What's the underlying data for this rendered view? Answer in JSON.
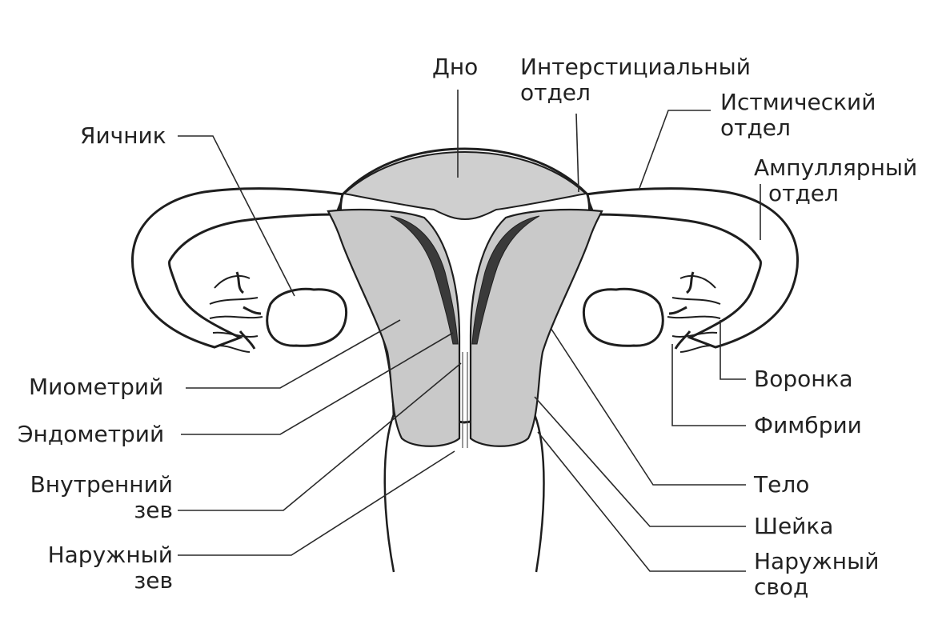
{
  "labels": {
    "fundus": "Дно",
    "interstitial_1": "Интерстициальный",
    "interstitial_2": "отдел",
    "isthmic_1": "Истмический",
    "isthmic_2": "отдел",
    "ampullary_1": "Ампуллярный",
    "ampullary_2": "отдел",
    "ovary": "Яичник",
    "myometrium": "Миометрий",
    "endometrium": "Эндометрий",
    "internal_os_1": "Внутренний",
    "internal_os_2": "зев",
    "external_os_1": "Наружный",
    "external_os_2": "зев",
    "infundibulum": "Воронка",
    "fimbriae": "Фимбрии",
    "body": "Тело",
    "cervix": "Шейка",
    "external_fornix_1": "Наружный",
    "external_fornix_2": "свод"
  },
  "colors": {
    "tissue_fill": "#c9c9c9",
    "fundus_fill": "#cfcfcf",
    "outline": "#1e1e1e",
    "background": "#ffffff",
    "text": "#222222"
  }
}
